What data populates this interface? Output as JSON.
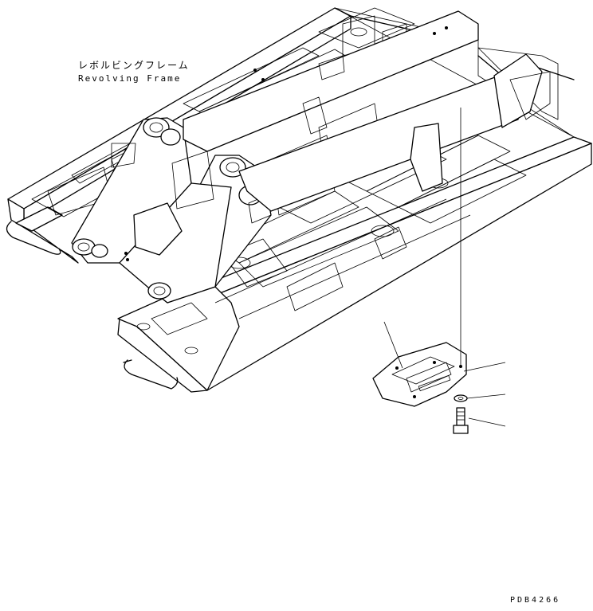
{
  "diagram": {
    "part_label_jp": "レボルビングフレーム",
    "part_label_en": "Revolving Frame",
    "drawing_code": "PDB4266"
  }
}
